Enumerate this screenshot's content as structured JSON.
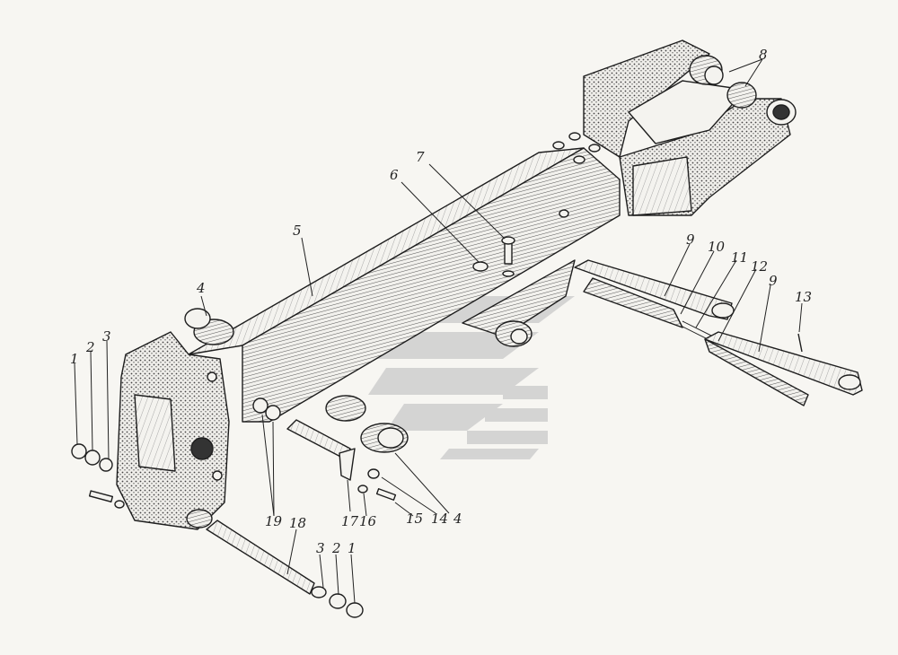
{
  "figure": {
    "labels": [
      "1",
      "2",
      "3",
      "4",
      "5",
      "6",
      "7",
      "8",
      "9",
      "10",
      "11",
      "12",
      "13",
      "14",
      "15",
      "16",
      "17",
      "18",
      "19"
    ],
    "colors": {
      "ink": "#1e1e1e",
      "paper": "#f7f6f2",
      "watermark": "#c8c8c8"
    }
  }
}
